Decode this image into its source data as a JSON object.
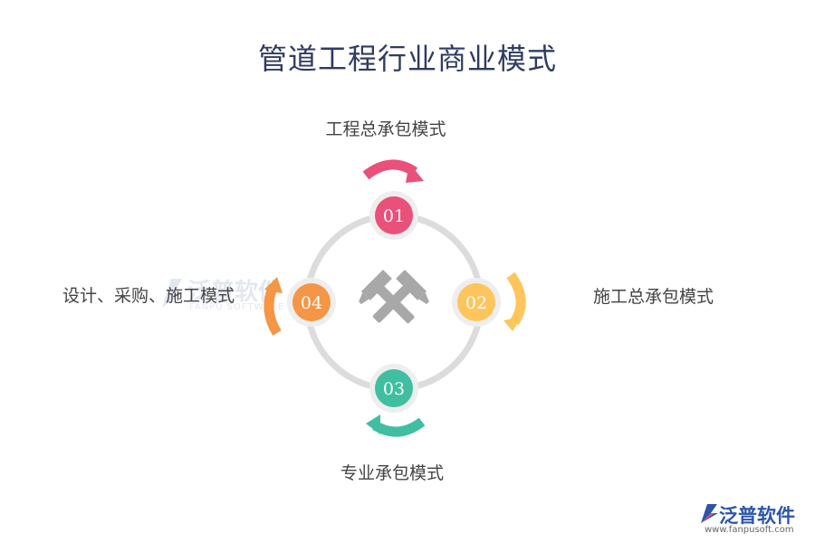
{
  "title": "管道工程行业商业模式",
  "nodes": [
    {
      "number": "01",
      "label": "工程总承包模式",
      "color": "#e9507a"
    },
    {
      "number": "02",
      "label": "施工总承包模式",
      "color": "#fdc55c"
    },
    {
      "number": "03",
      "label": "专业承包模式",
      "color": "#3fbfa0"
    },
    {
      "number": "04",
      "label": "设计、采购、施工模式",
      "color": "#f49646"
    }
  ],
  "center_icon": "hammer-icon",
  "watermark": {
    "brand": "泛普软件",
    "english": "FANPU SOFTWARE"
  },
  "logo": {
    "brand": "泛普软件",
    "url": "www.fanpusoft.com"
  }
}
